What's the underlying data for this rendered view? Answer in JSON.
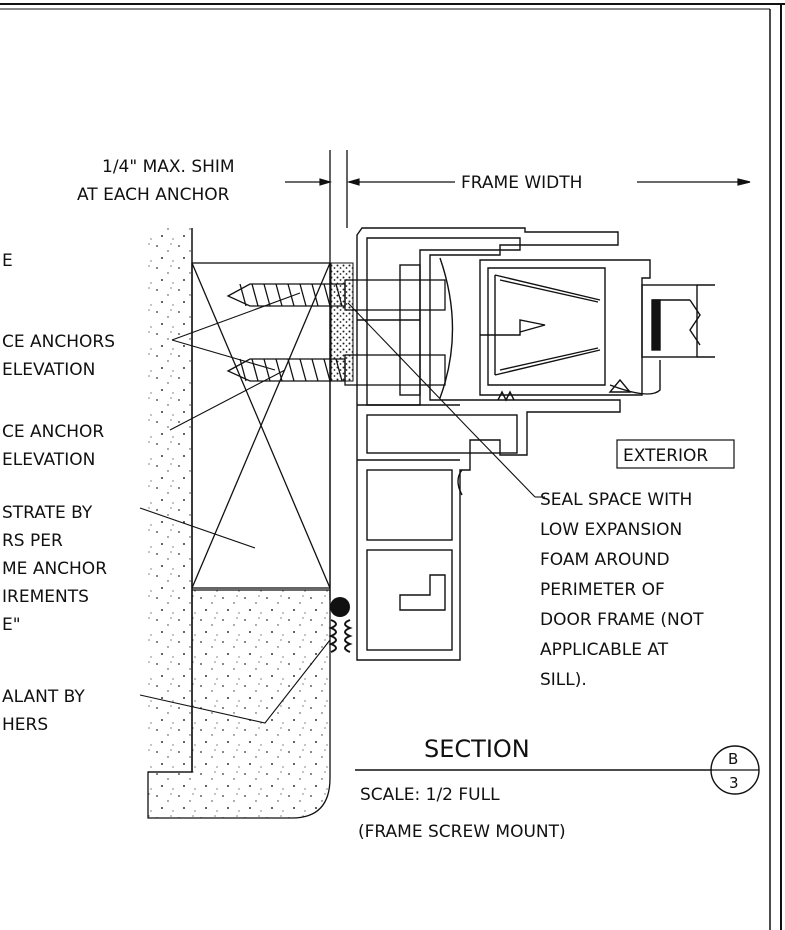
{
  "shim_note": {
    "line1": "1/4\" MAX. SHIM",
    "line2": "AT EACH ANCHOR"
  },
  "frame_width_label": "FRAME WIDTH",
  "exterior_label": "EXTERIOR",
  "left_notes": {
    "n1": [
      "E"
    ],
    "n2": [
      "CE ANCHORS",
      "ELEVATION"
    ],
    "n3": [
      "CE ANCHOR",
      "ELEVATION"
    ],
    "n4": [
      "STRATE BY",
      "RS PER",
      "ME ANCHOR",
      "IREMENTS",
      "E\""
    ],
    "n5": [
      "ALANT BY",
      "HERS"
    ]
  },
  "seal_note": [
    "SEAL SPACE WITH",
    "LOW EXPANSION",
    "FOAM AROUND",
    "PERIMETER OF",
    "DOOR FRAME (NOT",
    "APPLICABLE AT",
    "SILL)."
  ],
  "section_title": "SECTION",
  "scale_text": "SCALE: 1/2 FULL",
  "mount_text": "(FRAME SCREW MOUNT)",
  "section_tag": {
    "top": "B",
    "bottom": "3"
  }
}
